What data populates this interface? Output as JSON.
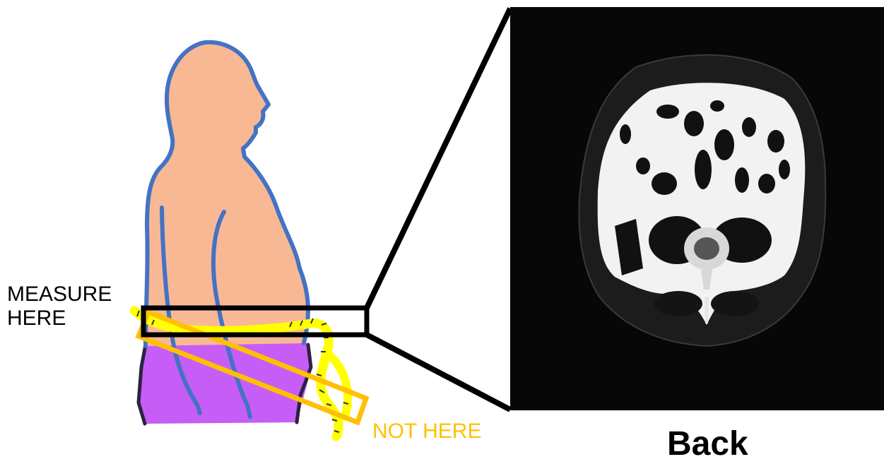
{
  "labels": {
    "measure_line1": "MEASURE",
    "measure_line2": "HERE",
    "not_here": "NOT HERE",
    "back": "Back"
  },
  "colors": {
    "background": "#ffffff",
    "skin": "#f9b894",
    "outline": "#4472c4",
    "pants": "#c65df7",
    "pants_outline": "#2b2340",
    "tape": "#ffff00",
    "wrong_box": "#ffc000",
    "correct_box": "#000000",
    "ct_background": "#070707",
    "ct_tissue": "#f2f2f2",
    "not_here_text": "#ffc000"
  }
}
